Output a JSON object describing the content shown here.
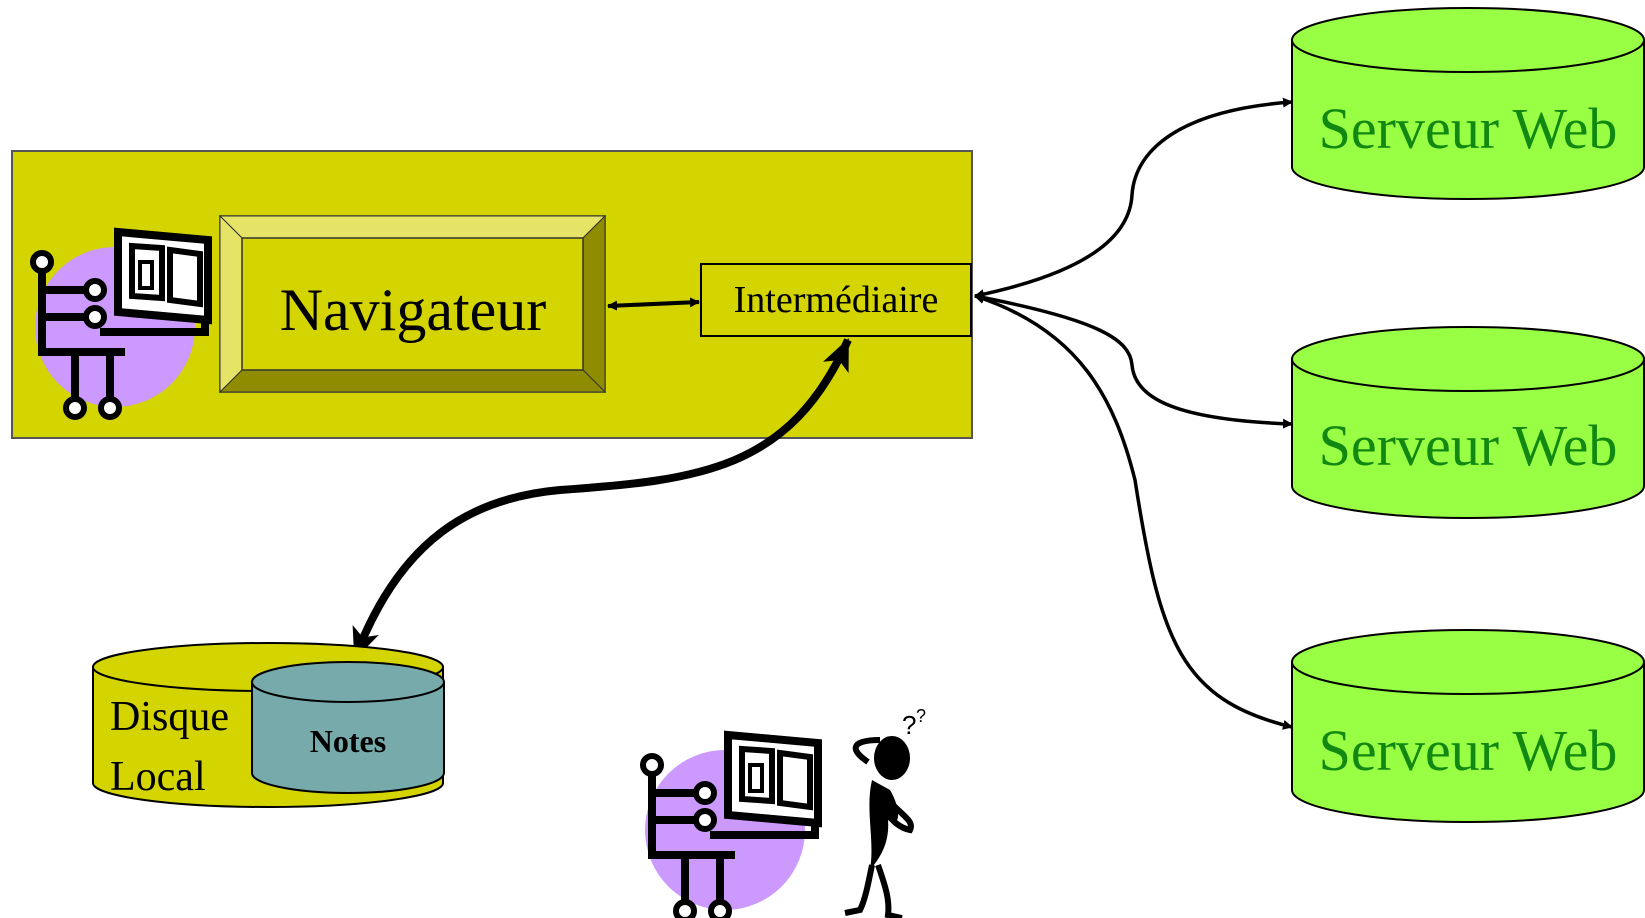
{
  "navigator": {
    "label": "Navigateur"
  },
  "proxy": {
    "label": "Intermédiaire"
  },
  "servers": [
    {
      "label": "Serveur Web"
    },
    {
      "label": "Serveur Web"
    },
    {
      "label": "Serveur Web"
    }
  ],
  "local_disk": {
    "line1": "Disque",
    "line2": "Local"
  },
  "notes": {
    "label": "Notes"
  },
  "colors": {
    "client_box": "#d4d400",
    "bevel_light": "#e6e466",
    "bevel_dark": "#8f8c00",
    "server_fill": "#99ff44",
    "server_text": "#118811",
    "notes_fill": "#77aaaa",
    "avatar_circle": "#cc99ff"
  },
  "icons": [
    "computer-user-icon",
    "confused-person-icon"
  ]
}
